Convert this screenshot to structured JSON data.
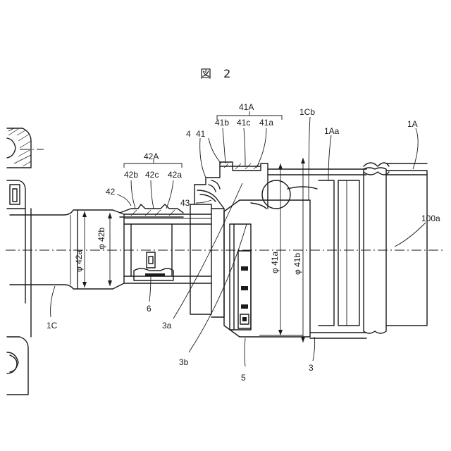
{
  "figure": {
    "title": "図 2"
  },
  "labels": {
    "l_41A": "41A",
    "l_41b": "41b",
    "l_41c": "41c",
    "l_41a": "41a",
    "l_1Cb": "1Cb",
    "l_1Aa": "1Aa",
    "l_1A": "1A",
    "l_4": "4",
    "l_41": "41",
    "l_42A": "42A",
    "l_42b": "42b",
    "l_42c": "42c",
    "l_42a": "42a",
    "l_42": "42",
    "l_43": "43",
    "l_100a": "100a",
    "l_phi42b": "φ 42b",
    "l_phi42a": "φ 42a",
    "l_phi41a": "φ 41a",
    "l_phi41b": "φ 41b",
    "l_1C": "1C",
    "l_6": "6",
    "l_3a": "3a",
    "l_3b": "3b",
    "l_5": "5",
    "l_3": "3"
  }
}
